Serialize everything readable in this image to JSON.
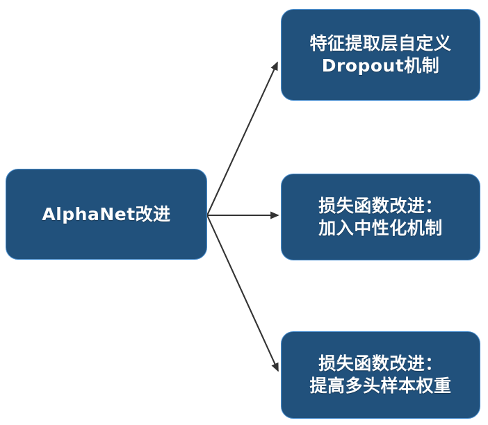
{
  "diagram": {
    "title": "AlphaNet改进",
    "type": "tree",
    "orientation": "left-to-right",
    "colors": {
      "node_fill": "#21517C",
      "node_border": "#4A8FD0",
      "node_text": "#FFFFFF",
      "connector": "#3A3A3A",
      "background": "#FFFFFF"
    },
    "root": {
      "id": "node-root",
      "label": "AlphaNet改进",
      "lines": [
        "AlphaNet改进"
      ]
    },
    "branches": [
      {
        "id": "node-dropout",
        "label": "特征提取层自定义Dropout机制",
        "lines": [
          "特征提取层自定义",
          "Dropout机制"
        ]
      },
      {
        "id": "node-neutral",
        "label": "损失函数改进：加入中性化机制",
        "lines": [
          "损失函数改进：",
          "加入中性化机制"
        ]
      },
      {
        "id": "node-weight",
        "label": "损失函数改进：提高多头样本权重",
        "lines": [
          "损失函数改进：",
          "提高多头样本权重"
        ]
      }
    ],
    "connectors": [
      {
        "name": "arrow-root-to-dropout",
        "from": "node-root",
        "to": "node-dropout"
      },
      {
        "name": "arrow-root-to-neutral",
        "from": "node-root",
        "to": "node-neutral"
      },
      {
        "name": "arrow-root-to-weight",
        "from": "node-root",
        "to": "node-weight"
      }
    ]
  }
}
